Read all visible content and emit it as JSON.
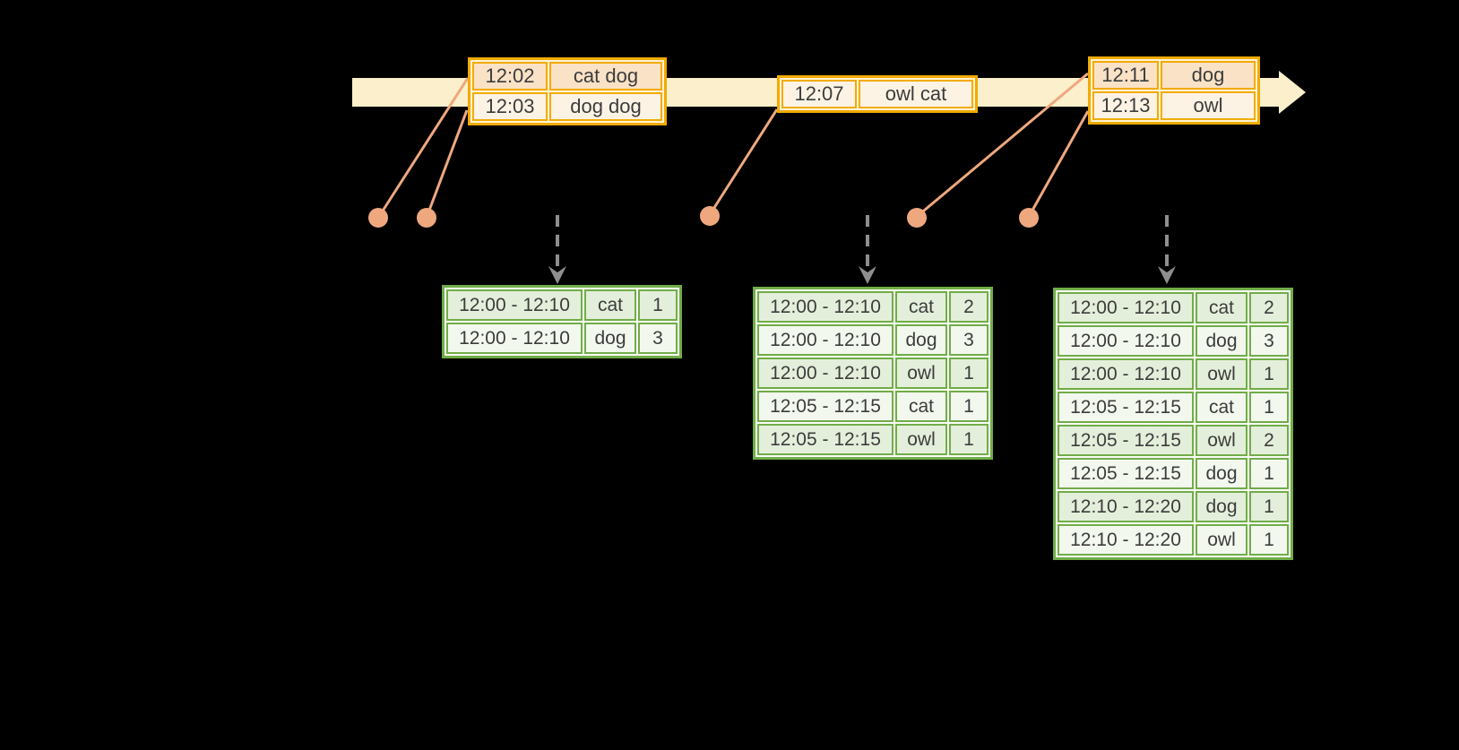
{
  "colors": {
    "background": "#000000",
    "timeline_band": "#FBF0CB",
    "gold": "#F2AB00",
    "peach_dark": "#FAE2C6",
    "peach_light": "#FDF3E5",
    "salmon": "#EFA87E",
    "gray_arrow": "#8F8F8F",
    "green": "#70AD47",
    "green_dark": "#E4EFDB",
    "green_light": "#F3F8EF",
    "text": "#3C3C3C",
    "evt_gap": "#FFF3D6",
    "res_gap": "#FAFBF7"
  },
  "event_tables": [
    {
      "rows": [
        {
          "time": "12:02",
          "words": "cat dog"
        },
        {
          "time": "12:03",
          "words": "dog dog"
        }
      ]
    },
    {
      "rows": [
        {
          "time": "12:07",
          "words": "owl cat"
        }
      ]
    },
    {
      "rows": [
        {
          "time": "12:11",
          "words": "dog"
        },
        {
          "time": "12:13",
          "words": "owl"
        }
      ]
    }
  ],
  "result_tables": [
    {
      "rows": [
        {
          "window": "12:00 - 12:10",
          "word": "cat",
          "count": "1"
        },
        {
          "window": "12:00 - 12:10",
          "word": "dog",
          "count": "3"
        }
      ]
    },
    {
      "rows": [
        {
          "window": "12:00 - 12:10",
          "word": "cat",
          "count": "2"
        },
        {
          "window": "12:00 - 12:10",
          "word": "dog",
          "count": "3"
        },
        {
          "window": "12:00 - 12:10",
          "word": "owl",
          "count": "1"
        },
        {
          "window": "12:05 - 12:15",
          "word": "cat",
          "count": "1"
        },
        {
          "window": "12:05 - 12:15",
          "word": "owl",
          "count": "1"
        }
      ]
    },
    {
      "rows": [
        {
          "window": "12:00 - 12:10",
          "word": "cat",
          "count": "2"
        },
        {
          "window": "12:00 - 12:10",
          "word": "dog",
          "count": "3"
        },
        {
          "window": "12:00 - 12:10",
          "word": "owl",
          "count": "1"
        },
        {
          "window": "12:05 - 12:15",
          "word": "cat",
          "count": "1"
        },
        {
          "window": "12:05 - 12:15",
          "word": "owl",
          "count": "2"
        },
        {
          "window": "12:05 - 12:15",
          "word": "dog",
          "count": "1"
        },
        {
          "window": "12:10 - 12:20",
          "word": "dog",
          "count": "1"
        },
        {
          "window": "12:10 - 12:20",
          "word": "owl",
          "count": "1"
        }
      ]
    }
  ]
}
